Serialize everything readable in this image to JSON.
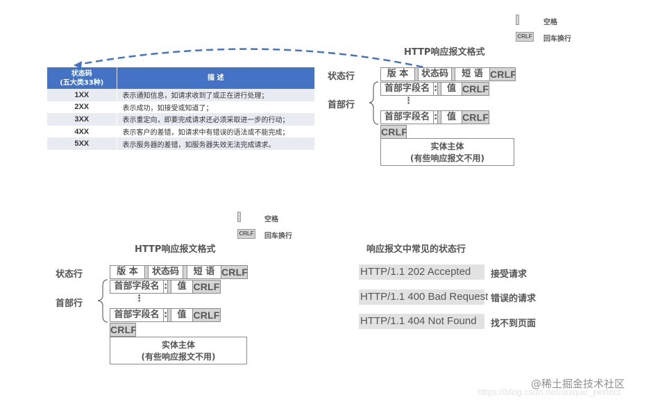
{
  "status_code_table": {
    "header": {
      "code_col": "状态码",
      "code_col_sub": "(五大类33种)",
      "desc_col": "描 述"
    },
    "header_color": "#4472c4",
    "rows": [
      {
        "code": "1XX",
        "desc": "表示通知信息，如请求收到了或正在进行处理；"
      },
      {
        "code": "2XX",
        "desc": "表示成功，如接受或知道了；"
      },
      {
        "code": "3XX",
        "desc": "表示重定向，即要完成请求还必须采取进一步的行动；"
      },
      {
        "code": "4XX",
        "desc": "表示客户的差错，如请求中有错误的语法或不能完成；"
      },
      {
        "code": "5XX",
        "desc": "表示服务器的差错，如服务器失效无法完成请求。"
      }
    ]
  },
  "legend": {
    "space_label": "空格",
    "crlf_swatch": "CRLF",
    "crlf_label": "回车换行"
  },
  "response_format": {
    "title": "HTTP响应报文格式",
    "status_line_label": "状态行",
    "header_lines_label": "首部行",
    "status_line": {
      "version": "版 本",
      "status_code": "状态码",
      "phrase": "短 语",
      "crlf": "CRLF"
    },
    "header_line": {
      "field_name": "首部字段名",
      "colon": ":",
      "value": "值",
      "crlf": "CRLF"
    },
    "ellipsis": "⋮",
    "blank_line_crlf": "CRLF",
    "entity_body": {
      "line1": "实体主体",
      "line2": "(有些响应报文不用)"
    }
  },
  "common_status_lines": {
    "title": "响应报文中常见的状态行",
    "items": [
      {
        "line": "HTTP/1.1 202 Accepted",
        "meaning": "接受请求"
      },
      {
        "line": "HTTP/1.1 400 Bad Request",
        "meaning": "错误的请求"
      },
      {
        "line": "HTTP/1.1 404 Not Found",
        "meaning": "找不到页面"
      }
    ]
  },
  "watermark": {
    "brand": "@稀土掘金技术社区",
    "url": "https://blog.csdn.net/unique_perfect"
  },
  "colors": {
    "arrow": "#4472c4",
    "crlf_fill": "#d4d4d4",
    "status_bar_fill": "#e2e2e2"
  }
}
